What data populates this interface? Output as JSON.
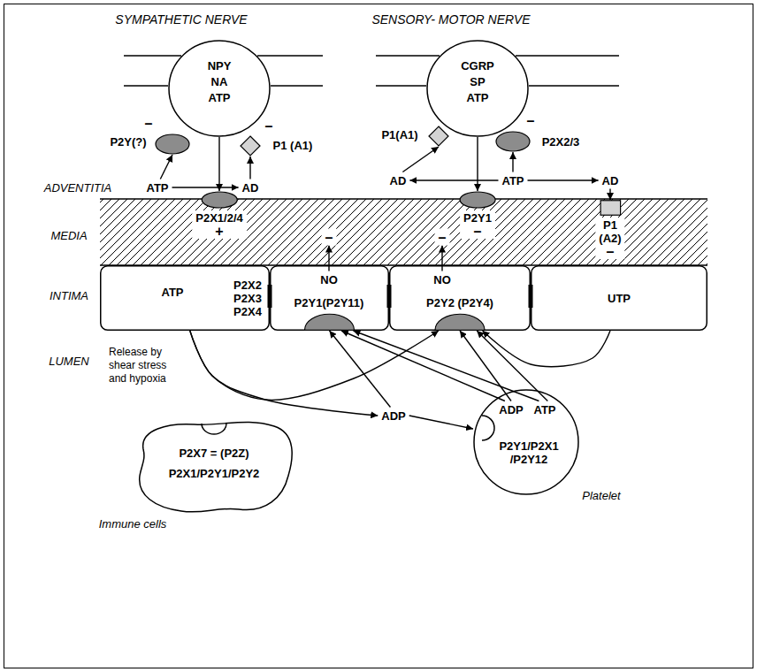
{
  "diagram": {
    "nodes": [
      {
        "text": [
          "NPY",
          "NA",
          "ATP"
        ]
      },
      {
        "text": [
          "P2Y(?)",
          "–"
        ]
      },
      {
        "text": [
          "P1 (A1)",
          "–"
        ]
      },
      {
        "text": [
          "ATP"
        ]
      },
      {
        "text": [
          "AD"
        ]
      },
      {
        "text": [
          "CGRP",
          "SP",
          "ATP"
        ]
      },
      {
        "text": [
          "P1(A1)"
        ]
      },
      {
        "text": [
          "P2X2/3",
          "–"
        ]
      },
      {
        "text": [
          "AD"
        ]
      },
      {
        "text": [
          "ATP"
        ]
      },
      {
        "text": [
          "AD"
        ]
      },
      {
        "text": [
          "P2X1/2/4",
          "+"
        ]
      },
      {
        "text": [
          "P2Y1",
          "–"
        ]
      },
      {
        "text": [
          "P1 (A2)",
          "–"
        ]
      },
      {
        "text": [
          "–"
        ]
      },
      {
        "text": [
          "–"
        ]
      },
      {
        "text": [
          "ATP",
          "P2X2 P2X3 P2X4"
        ]
      },
      {
        "text": [
          "P2Y1(P2Y11)"
        ]
      },
      {
        "text": [
          "NO"
        ],
        "in": 17
      },
      {
        "text": [
          "P2Y2 (P2Y4)"
        ]
      },
      {
        "text": [
          "NO"
        ],
        "in": 19
      },
      {
        "text": [
          "UTP"
        ]
      },
      {
        "text": [
          "ADP"
        ]
      },
      {
        "text": [
          "P2Y1/P2X1 /P2Y12",
          "Platelet"
        ]
      },
      {
        "text": [
          "ADP"
        ],
        "in": 23
      },
      {
        "text": [
          "ATP"
        ],
        "in": 23
      },
      {
        "text": [
          "P2X7 = (P2Z)",
          "P2X1/P2Y1/P2Y2",
          "Immune cells"
        ]
      }
    ],
    "edges": [
      {
        "from": 0,
        "to": 11,
        "arrow": "to"
      },
      {
        "from": 3,
        "to": 1,
        "arrow": "to"
      },
      {
        "from": 4,
        "to": 2,
        "arrow": "to"
      },
      {
        "from": 3,
        "to": 4,
        "arrow": "to"
      },
      {
        "from": 5,
        "to": 12,
        "arrow": "to"
      },
      {
        "from": 9,
        "to": 8,
        "arrow": "to"
      },
      {
        "from": 9,
        "to": 10,
        "arrow": "to"
      },
      {
        "from": 8,
        "to": 6,
        "arrow": "to"
      },
      {
        "from": 9,
        "to": 7,
        "arrow": "to"
      },
      {
        "from": 10,
        "to": 13,
        "arrow": "to"
      },
      {
        "from": 18,
        "to": 14,
        "arrow": "to"
      },
      {
        "from": 20,
        "to": 15,
        "arrow": "to"
      },
      {
        "from": 16,
        "to": 22,
        "arrow": "to"
      },
      {
        "from": 16,
        "to": 19,
        "arrow": "to"
      },
      {
        "from": 22,
        "to": 17,
        "arrow": "to"
      },
      {
        "from": 22,
        "to": 23,
        "arrow": "to"
      },
      {
        "from": 24,
        "to": 17,
        "arrow": "to"
      },
      {
        "from": 24,
        "to": 19,
        "arrow": "to"
      },
      {
        "from": 25,
        "to": 17,
        "arrow": "to"
      },
      {
        "from": 25,
        "to": 19,
        "arrow": "to"
      },
      {
        "from": 21,
        "to": 19,
        "arrow": "to"
      }
    ],
    "labels": [
      "SYMPATHETIC NERVE",
      "SENSORY- MOTOR NERVE",
      "ADVENTITIA",
      "MEDIA",
      "INTIMA",
      "LUMEN",
      "Release by shear stress and hypoxia"
    ]
  }
}
